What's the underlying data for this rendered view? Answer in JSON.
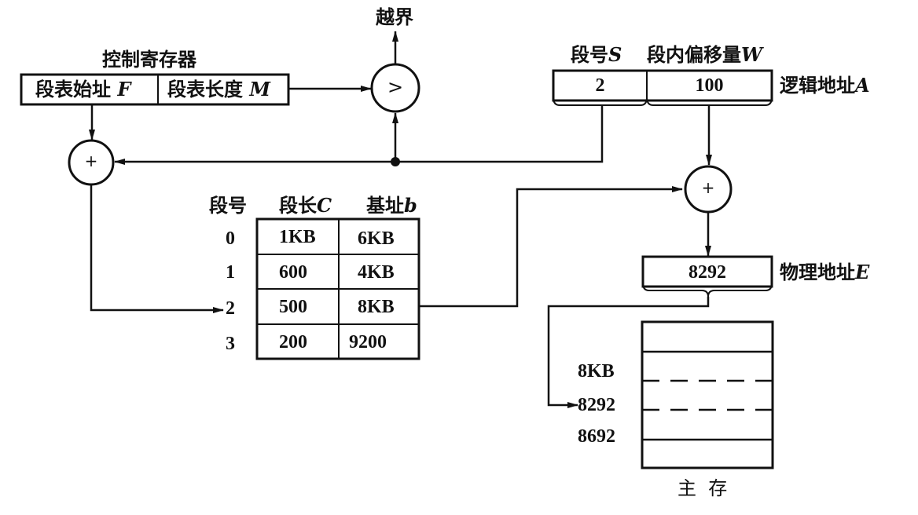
{
  "title": "段式存储管理地址变换",
  "overflow_label": "越界",
  "control_register": {
    "title": "控制寄存器",
    "fields": [
      {
        "label": "段表始址",
        "var": "F"
      },
      {
        "label": "段表长度",
        "var": "M"
      }
    ]
  },
  "comparator": {
    "symbol": ">"
  },
  "adder_symbol": "+",
  "logical_address": {
    "field_labels": [
      {
        "label": "段号",
        "var": "S"
      },
      {
        "label": "段内偏移量",
        "var": "W"
      }
    ],
    "values": [
      "2",
      "100"
    ],
    "name": "逻辑地址",
    "var": "A"
  },
  "segment_table": {
    "headers": [
      {
        "label": "段号",
        "var": ""
      },
      {
        "label": "段长",
        "var": "C"
      },
      {
        "label": "基址",
        "var": "b"
      }
    ],
    "rows": [
      {
        "segment": "0",
        "length": "1KB",
        "base": "6KB"
      },
      {
        "segment": "1",
        "length": "600",
        "base": "4KB"
      },
      {
        "segment": "2",
        "length": "500",
        "base": "8KB"
      },
      {
        "segment": "3",
        "length": "200",
        "base": "9200"
      }
    ],
    "highlighted_segment": "2"
  },
  "physical_address": {
    "value": "8292",
    "name": "物理地址",
    "var": "E"
  },
  "main_memory": {
    "name": "主  存",
    "markers": [
      "8KB",
      "8292",
      "8692"
    ]
  }
}
